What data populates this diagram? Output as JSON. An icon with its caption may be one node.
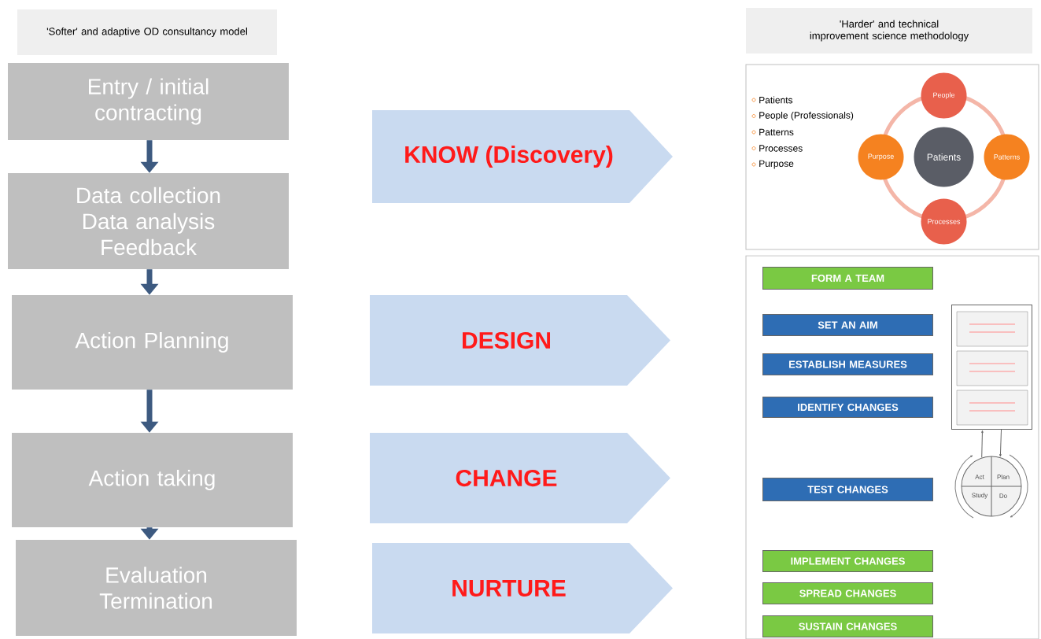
{
  "diagram": {
    "nodes": [
      {
        "text": [
          "'Softer' and adaptive OD consultancy model"
        ]
      },
      {
        "text": [
          "Entry / initial contracting"
        ]
      },
      {
        "text": [
          "Data collection",
          "Data analysis",
          "Feedback"
        ]
      },
      {
        "text": [
          "Action Planning"
        ]
      },
      {
        "text": [
          "Action taking"
        ]
      },
      {
        "text": [
          "Evaluation",
          "Termination"
        ]
      },
      {
        "text": [
          "KNOW (Discovery)"
        ]
      },
      {
        "text": [
          "DESIGN"
        ]
      },
      {
        "text": [
          "CHANGE"
        ]
      },
      {
        "text": [
          "NURTURE"
        ]
      },
      {
        "text": [
          "'Harder' and technical improvement science methodology"
        ]
      },
      {
        "text": [],
        "shape": "box"
      },
      {
        "text": [
          "Patients"
        ],
        "in": 11
      },
      {
        "text": [
          "People"
        ],
        "in": 11
      },
      {
        "text": [
          "Patterns"
        ],
        "in": 11
      },
      {
        "text": [
          "Processes"
        ],
        "in": 11
      },
      {
        "text": [
          "Purpose"
        ],
        "in": 11
      },
      {
        "text": [],
        "shape": "box"
      },
      {
        "text": [
          "FORM A TEAM"
        ],
        "in": 17
      },
      {
        "text": [
          "SET AN AIM"
        ],
        "in": 17
      },
      {
        "text": [
          "ESTABLISH MEASURES"
        ],
        "in": 17
      },
      {
        "text": [
          "IDENTIFY CHANGES"
        ],
        "in": 17
      },
      {
        "text": [
          "TEST CHANGES"
        ],
        "in": 17
      },
      {
        "text": [
          "IMPLEMENT CHANGES"
        ],
        "in": 17
      },
      {
        "text": [
          "SPREAD CHANGES"
        ],
        "in": 17
      },
      {
        "text": [
          "SUSTAIN CHANGES"
        ],
        "in": 17
      },
      {
        "text": [],
        "shape": "box",
        "in": 17
      },
      {
        "text": [
          "Act",
          "Plan",
          "Study",
          "Do"
        ],
        "in": 17
      }
    ],
    "edges": [
      {
        "from": 1,
        "to": 2,
        "arrow": "to"
      },
      {
        "from": 2,
        "to": 3,
        "arrow": "to"
      },
      {
        "from": 3,
        "to": 4,
        "arrow": "to"
      },
      {
        "from": 4,
        "to": 5,
        "arrow": "to"
      },
      {
        "from": 26,
        "to": 27,
        "arrow": "to"
      },
      {
        "from": 27,
        "to": 26,
        "arrow": "to"
      }
    ],
    "labels": [
      "Patients",
      "People (Professionals)",
      "Patterns",
      "Processes",
      "Purpose"
    ]
  }
}
